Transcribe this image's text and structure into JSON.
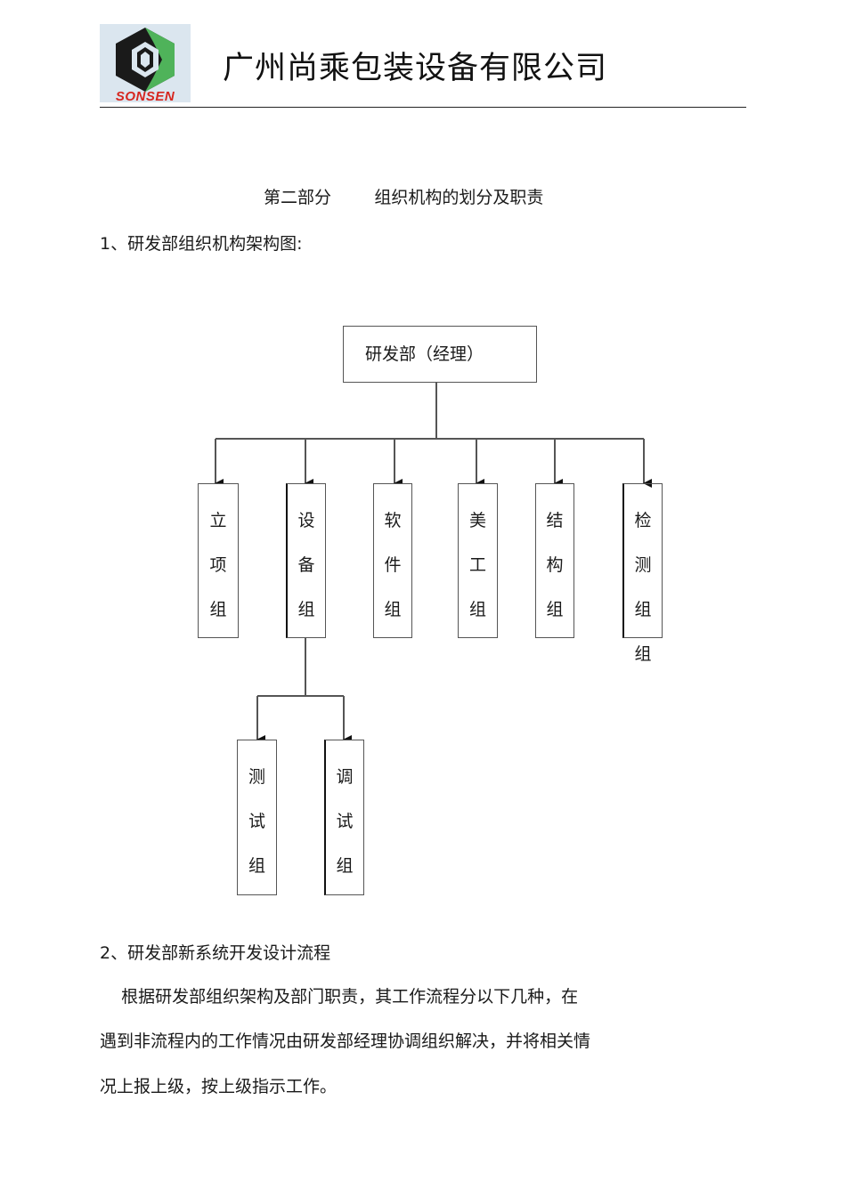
{
  "header": {
    "logo_text": "SONSEN",
    "company_name": "广州尚乘包装设备有限公司",
    "logo_colors": {
      "dark": "#1a1a1a",
      "green": "#4fb35a",
      "red": "#d6261f",
      "bg": "#dbe6ef"
    }
  },
  "part_title": "第二部分        组织机构的划分及职责",
  "section1": {
    "heading": "1、研发部组织机构架构图:"
  },
  "org_chart": {
    "root": {
      "label": "研发部（经理）"
    },
    "groups": [
      {
        "chars": [
          "立",
          "项",
          "组"
        ]
      },
      {
        "chars": [
          "设",
          "备",
          "组"
        ]
      },
      {
        "chars": [
          "软",
          "件",
          "组"
        ]
      },
      {
        "chars": [
          "美",
          "工",
          "组"
        ]
      },
      {
        "chars": [
          "结",
          "构",
          "组"
        ]
      },
      {
        "chars": [
          "检",
          "测",
          "组",
          "组"
        ]
      }
    ],
    "subgroups_of_equipment": [
      {
        "chars": [
          "测",
          "试",
          "组"
        ]
      },
      {
        "chars": [
          "调",
          "试",
          "组"
        ]
      }
    ]
  },
  "section2": {
    "heading": "2、研发部新系统开发设计流程",
    "paragraph_lines": [
      "    根据研发部组织架构及部门职责，其工作流程分以下几种，在",
      "遇到非流程内的工作情况由研发部经理协调组织解决，并将相关情",
      "况上报上级，按上级指示工作。"
    ]
  }
}
